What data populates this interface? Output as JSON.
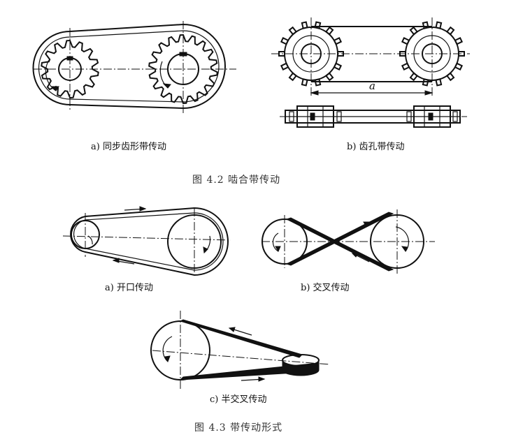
{
  "figure_4_2": {
    "label_a": "a) 同步齿形带传动",
    "label_b": "b) 齿孔带传动",
    "dim_a": "a",
    "caption": "图 4.2   啮合带传动"
  },
  "figure_4_3": {
    "label_a": "a) 开口传动",
    "label_b": "b) 交叉传动",
    "label_c": "c) 半交叉传动",
    "caption": "图 4.3   带传动形式"
  }
}
